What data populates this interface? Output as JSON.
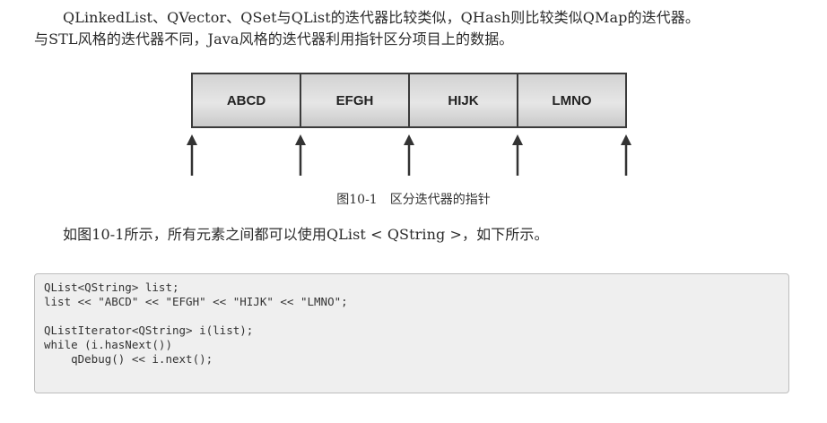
{
  "paragraph1": {
    "line1": "QLinkedList、QVector、QSet与QList的迭代器比较类似，QHash则比较类似QMap的迭代器。",
    "line2": "与STL风格的迭代器不同，Java风格的迭代器利用指针区分项目上的数据。"
  },
  "figure": {
    "cells": [
      "ABCD",
      "EFGH",
      "HIJK",
      "LMNO"
    ],
    "caption": "图10-1　区分迭代器的指针"
  },
  "paragraph2": "如图10-1所示，所有元素之间都可以使用QList < QString >，如下所示。",
  "code": {
    "lines": [
      "QList<QString> list;",
      "list << \"ABCD\" << \"EFGH\" << \"HIJK\" << \"LMNO\";",
      "",
      "QListIterator<QString> i(list);",
      "while (i.hasNext())",
      "    qDebug() << i.next();"
    ]
  }
}
